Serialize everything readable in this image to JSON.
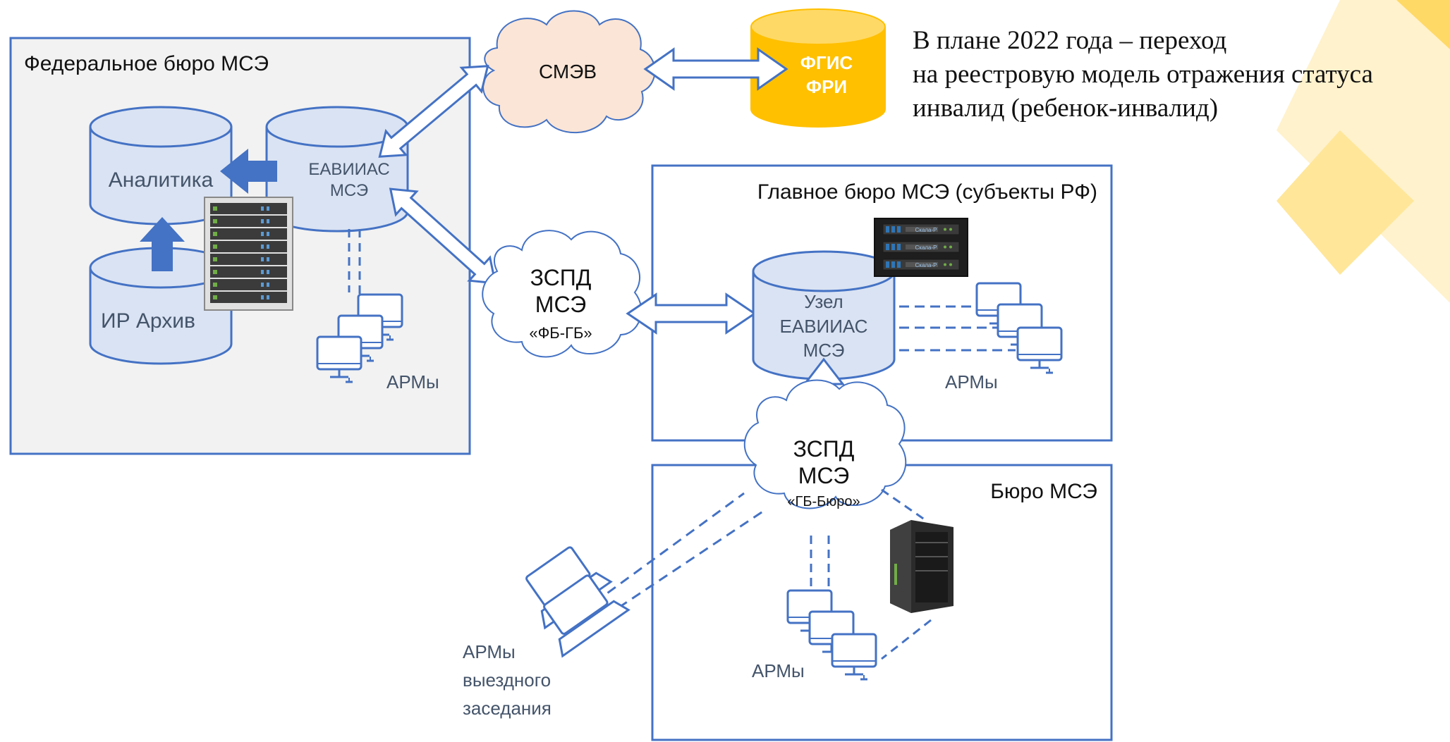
{
  "panels": {
    "federal": "Федеральное бюро МСЭ",
    "main_bureau": "Главное бюро МСЭ (субъекты РФ)",
    "bureau": "Бюро МСЭ"
  },
  "databases": {
    "analytics": "Аналитика",
    "ir_archive": "ИР Архив",
    "eaviias_line1": "ЕАВИИАС",
    "eaviias_line2": "МСЭ",
    "fgis_line1": "ФГИС",
    "fgis_line2": "ФРИ",
    "node_line1": "Узел",
    "node_line2": "ЕАВИИАС",
    "node_line3": "МСЭ"
  },
  "clouds": {
    "smev": "СМЭВ",
    "zspd1_line1": "ЗСПД",
    "zspd1_line2": "МСЭ",
    "zspd1_line3": "«ФБ-ГБ»",
    "zspd2_line1": "ЗСПД",
    "zspd2_line2": "МСЭ",
    "zspd2_line3": "«ГБ-Бюро»"
  },
  "arms": {
    "federal": "АРМы",
    "main_bureau": "АРМы",
    "bureau": "АРМы",
    "field_line1": "АРМы",
    "field_line2": "выездного",
    "field_line3": "заседания"
  },
  "note": {
    "line1": "В плане 2022 года – переход",
    "line2": "на реестровую модель отражения статуса",
    "line3": "инвалид (ребенок-инвалид)"
  },
  "server_badge": "Скала-Р",
  "colors": {
    "border": "#4472c4",
    "panel_fill": "#f2f2f2",
    "db_fill": "#dae3f3",
    "cloud_fill": "#fbe5d6",
    "fgis_fill": "#ffc000",
    "deco_light": "#fff2cc",
    "deco_mid": "#ffe699",
    "deco_dark": "#ffd966"
  }
}
